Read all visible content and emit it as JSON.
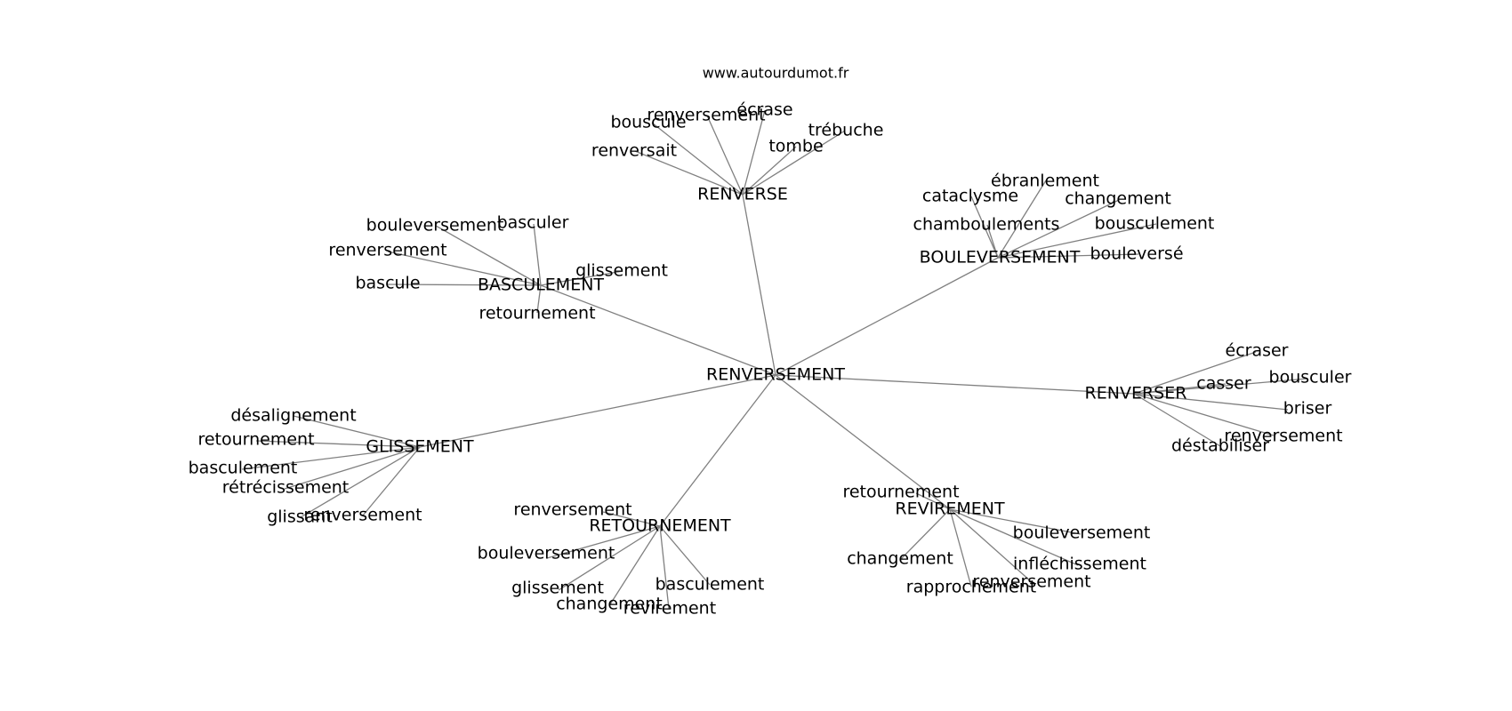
{
  "credit": "www.autourdumot.fr",
  "graph": {
    "center": "RENVERSEMENT",
    "hubs": [
      {
        "id": "renverse",
        "label": "RENVERSE",
        "leaves": [
          "bouscule",
          "renversement",
          "écrase",
          "trébuche",
          "tombe",
          "renversait"
        ]
      },
      {
        "id": "bouleversement",
        "label": "BOULEVERSEMENT",
        "leaves": [
          "ébranlement",
          "cataclysme",
          "changement",
          "chamboulements",
          "bousculement",
          "bouleversé"
        ]
      },
      {
        "id": "basculement",
        "label": "BASCULEMENT",
        "leaves": [
          "bouleversement",
          "basculer",
          "renversement",
          "glissement",
          "bascule",
          "retournement"
        ]
      },
      {
        "id": "renverser",
        "label": "RENVERSER",
        "leaves": [
          "écraser",
          "bousculer",
          "casser",
          "briser",
          "renversement",
          "déstabiliser"
        ]
      },
      {
        "id": "glissement",
        "label": "GLISSEMENT",
        "leaves": [
          "désalignement",
          "retournement",
          "basculement",
          "rétrécissement",
          "glissant",
          "renversement"
        ]
      },
      {
        "id": "retournement",
        "label": "RETOURNEMENT",
        "leaves": [
          "renversement",
          "bouleversement",
          "glissement",
          "basculement",
          "changement",
          "revirement"
        ]
      },
      {
        "id": "revirement",
        "label": "REVIREMENT",
        "leaves": [
          "retournement",
          "bouleversement",
          "changement",
          "infléchissement",
          "renversement",
          "rapprochement"
        ]
      }
    ]
  }
}
